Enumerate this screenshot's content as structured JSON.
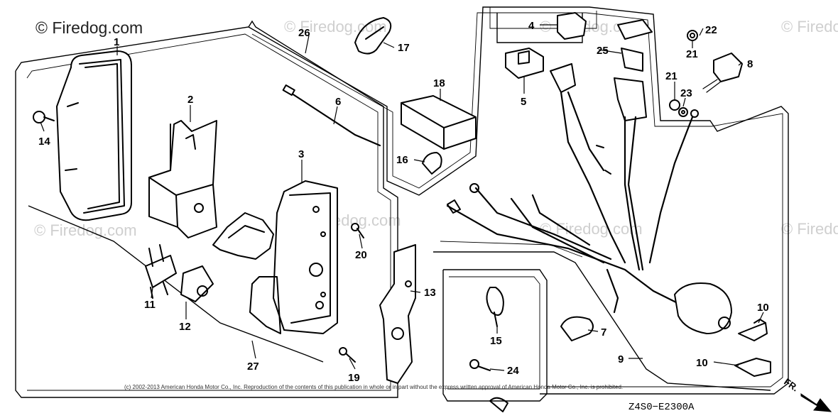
{
  "watermark": {
    "main": "© Firedog.com",
    "repeat": "© Firedog.com",
    "inline": "Firedog.com"
  },
  "copyright": "(c) 2002-2013 American Honda Motor Co., Inc. Reproduction of the contents of this publication in whole or in part without the express written approval of American Honda Motor Co., Inc. is prohibited.",
  "diagram_code": "Z4S0−E2300A",
  "direction_label": "FR.",
  "callouts": {
    "c1": "1",
    "c2": "2",
    "c3": "3",
    "c4": "4",
    "c5": "5",
    "c6": "6",
    "c7": "7",
    "c8": "8",
    "c9": "9",
    "c10a": "10",
    "c10b": "10",
    "c11": "11",
    "c12": "12",
    "c13": "13",
    "c14": "14",
    "c15": "15",
    "c16": "16",
    "c17": "17",
    "c18": "18",
    "c19": "19",
    "c20": "20",
    "c21a": "21",
    "c21b": "21",
    "c22": "22",
    "c23": "23",
    "c24": "24",
    "c25": "25",
    "c26": "26",
    "c27": "27"
  }
}
